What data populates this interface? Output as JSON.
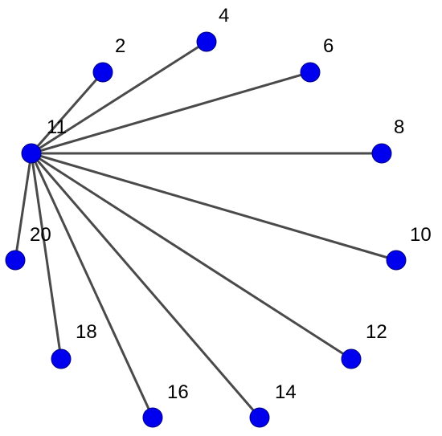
{
  "graph": {
    "node_color": "#0000ee",
    "edge_color": "#4a4a4a",
    "center": "11",
    "nodes": [
      {
        "id": "11",
        "label": "11"
      },
      {
        "id": "2",
        "label": "2"
      },
      {
        "id": "4",
        "label": "4"
      },
      {
        "id": "6",
        "label": "6"
      },
      {
        "id": "8",
        "label": "8"
      },
      {
        "id": "10",
        "label": "10"
      },
      {
        "id": "12",
        "label": "12"
      },
      {
        "id": "14",
        "label": "14"
      },
      {
        "id": "16",
        "label": "16"
      },
      {
        "id": "18",
        "label": "18"
      },
      {
        "id": "20",
        "label": "20"
      }
    ],
    "edges": [
      [
        "11",
        "2"
      ],
      [
        "11",
        "4"
      ],
      [
        "11",
        "6"
      ],
      [
        "11",
        "8"
      ],
      [
        "11",
        "10"
      ],
      [
        "11",
        "12"
      ],
      [
        "11",
        "14"
      ],
      [
        "11",
        "16"
      ],
      [
        "11",
        "18"
      ],
      [
        "11",
        "20"
      ]
    ]
  }
}
